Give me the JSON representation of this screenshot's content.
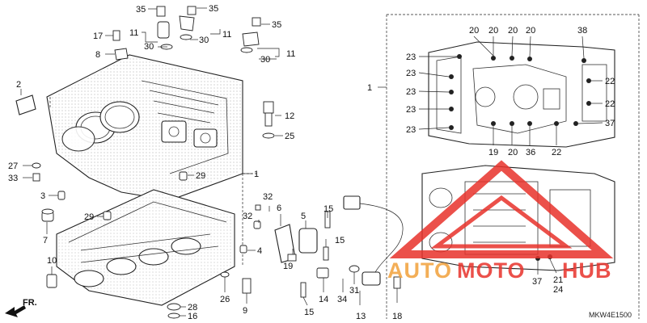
{
  "diagram_code": "MKW4E1500",
  "front_indicator": "FR.",
  "watermark": {
    "text_a": "AUTO",
    "text_b": "MOTO",
    "text_c": "HUB",
    "color": "#e8322b",
    "color2": "#f2a13a"
  },
  "labels": {
    "p35a": "35",
    "p35b": "35",
    "p35c": "35",
    "p17": "17",
    "p11a": "11",
    "p11b": "11",
    "p11c": "11",
    "p30a": "30",
    "p30b": "30",
    "p30c": "30",
    "p8": "8",
    "p2": "2",
    "p12": "12",
    "p25": "25",
    "p27": "27",
    "p33": "33",
    "p3": "3",
    "p29a": "29",
    "p29b": "29",
    "p1a": "1",
    "p1b": "1",
    "p7": "7",
    "p10": "10",
    "p32a": "32",
    "p32b": "32",
    "p6": "6",
    "p5": "5",
    "p19": "19",
    "p4": "4",
    "p15a": "15",
    "p15b": "15",
    "p26": "26",
    "p9": "9",
    "p28": "28",
    "p16": "16",
    "p14": "14",
    "p34": "34",
    "p31": "31",
    "p13": "13",
    "p18": "18",
    "p20a": "20",
    "p20b": "20",
    "p20c": "20",
    "p20d": "20",
    "p20e": "20",
    "p38": "38",
    "p22a": "22",
    "p22b": "22",
    "p22c": "22",
    "p23a": "23",
    "p23b": "23",
    "p23c": "23",
    "p23d": "23",
    "p23e": "23",
    "p37a": "37",
    "p37b": "37",
    "p19b": "19",
    "p36": "36",
    "p21": "21",
    "p24": "24"
  }
}
